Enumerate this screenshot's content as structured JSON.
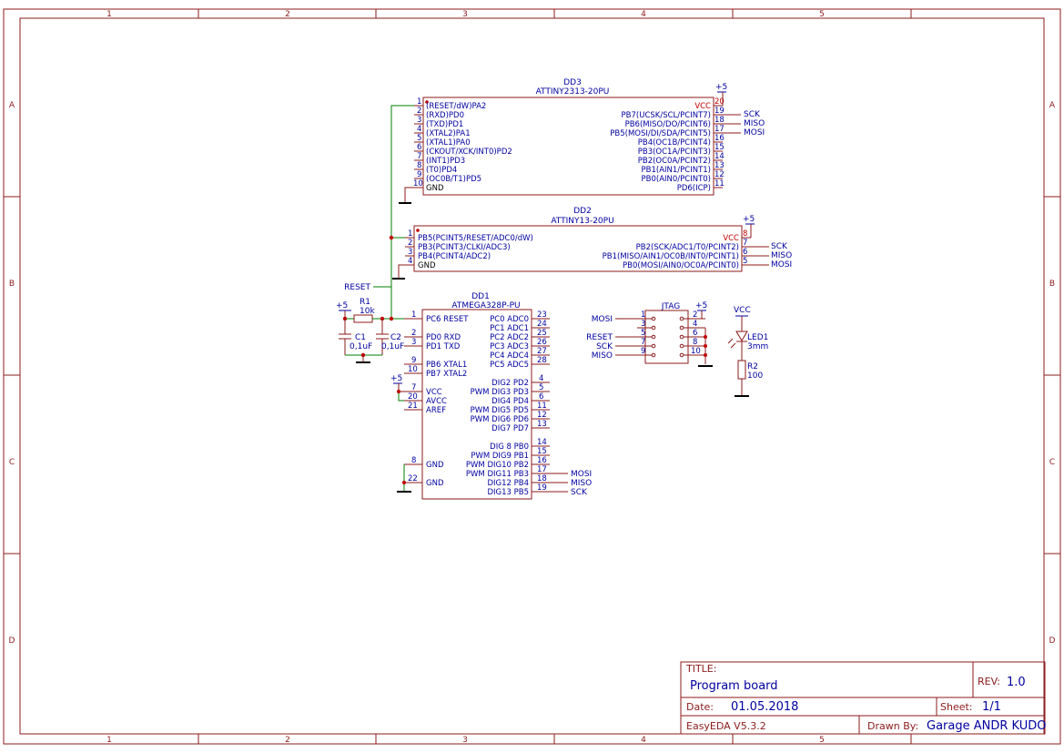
{
  "frame": {
    "columns": [
      "1",
      "2",
      "3",
      "4",
      "5"
    ],
    "rows": [
      "A",
      "B",
      "C",
      "D"
    ]
  },
  "title_block": {
    "title_label": "TITLE:",
    "title": "Program board",
    "rev_label": "REV:",
    "rev": "1.0",
    "date_label": "Date:",
    "date": "01.05.2018",
    "sheet_label": "Sheet:",
    "sheet": "1/1",
    "tool": "EasyEDA V5.3.2",
    "drawn_label": "Drawn By:",
    "drawn_by": "Garage ANDR KUDO"
  },
  "dd3": {
    "ref": "DD3",
    "part": "ATTINY2313-20PU",
    "left_pins": [
      {
        "n": "1",
        "name": "(RESET/dW)PA2"
      },
      {
        "n": "2",
        "name": "(RXD)PD0"
      },
      {
        "n": "3",
        "name": "(TXD)PD1"
      },
      {
        "n": "4",
        "name": "(XTAL2)PA1"
      },
      {
        "n": "5",
        "name": "(XTAL1)PA0"
      },
      {
        "n": "6",
        "name": "(CKOUT/XCK/INT0)PD2"
      },
      {
        "n": "7",
        "name": "(INT1)PD3"
      },
      {
        "n": "8",
        "name": "(T0)PD4"
      },
      {
        "n": "9",
        "name": "(OC0B/T1)PD5"
      },
      {
        "n": "10",
        "name": "GND"
      }
    ],
    "right_pins": [
      {
        "n": "20",
        "name": "VCC"
      },
      {
        "n": "19",
        "name": "PB7(UCSK/SCL/PCINT7)"
      },
      {
        "n": "18",
        "name": "PB6(MISO/DO/PCINT6)"
      },
      {
        "n": "17",
        "name": "PB5(MOSI/DI/SDA/PCINT5)"
      },
      {
        "n": "16",
        "name": "PB4(OC1B/PCINT4)"
      },
      {
        "n": "15",
        "name": "PB3(OC1A/PCINT3)"
      },
      {
        "n": "14",
        "name": "PB2(OC0A/PCINT2)"
      },
      {
        "n": "13",
        "name": "PB1(AIN1/PCINT1)"
      },
      {
        "n": "12",
        "name": "PB0(AIN0/PCINT0)"
      },
      {
        "n": "11",
        "name": "PD6(ICP)"
      }
    ],
    "power": "+5",
    "nets": [
      "SCK",
      "MISO",
      "MOSI"
    ]
  },
  "dd2": {
    "ref": "DD2",
    "part": "ATTINY13-20PU",
    "left_pins": [
      {
        "n": "1",
        "name": "PB5(PCINT5/RESET/ADC0/dW)"
      },
      {
        "n": "2",
        "name": "PB3(PCINT3/CLKI/ADC3)"
      },
      {
        "n": "3",
        "name": "PB4(PCINT4/ADC2)"
      },
      {
        "n": "4",
        "name": "GND"
      }
    ],
    "right_pins": [
      {
        "n": "8",
        "name": "VCC"
      },
      {
        "n": "7",
        "name": "PB2(SCK/ADC1/T0/PCINT2)"
      },
      {
        "n": "6",
        "name": "PB1(MISO/AIN1/OC0B/INT0/PCINT1)"
      },
      {
        "n": "5",
        "name": "PB0(MOSI/AIN0/OC0A/PCINT0)"
      }
    ],
    "power": "+5",
    "nets": [
      "SCK",
      "MISO",
      "MOSI"
    ]
  },
  "dd1": {
    "ref": "DD1",
    "part": "ATMEGA328P-PU",
    "left_pins": [
      {
        "n": "1",
        "name": "PC6 RESET"
      },
      {
        "n": "2",
        "name": "PD0 RXD"
      },
      {
        "n": "3",
        "name": "PD1 TXD"
      },
      {
        "n": "9",
        "name": "PB6 XTAL1"
      },
      {
        "n": "10",
        "name": "PB7 XTAL2"
      },
      {
        "n": "7",
        "name": "VCC"
      },
      {
        "n": "20",
        "name": "AVCC"
      },
      {
        "n": "21",
        "name": "AREF"
      },
      {
        "n": "8",
        "name": "GND"
      },
      {
        "n": "22",
        "name": "GND"
      }
    ],
    "right_pins": [
      {
        "n": "23",
        "name": "PC0 ADC0"
      },
      {
        "n": "24",
        "name": "PC1 ADC1"
      },
      {
        "n": "25",
        "name": "PC2 ADC2"
      },
      {
        "n": "26",
        "name": "PC3 ADC3"
      },
      {
        "n": "27",
        "name": "PC4 ADC4"
      },
      {
        "n": "28",
        "name": "PC5 ADC5"
      },
      {
        "n": "4",
        "name": "DIG2 PD2"
      },
      {
        "n": "5",
        "name": "PWM DIG3 PD3"
      },
      {
        "n": "6",
        "name": "DIG4 PD4"
      },
      {
        "n": "11",
        "name": "PWM DIG5 PD5"
      },
      {
        "n": "12",
        "name": "PWM DIG6 PD6"
      },
      {
        "n": "13",
        "name": "DIG7 PD7"
      },
      {
        "n": "14",
        "name": "DIG 8 PB0"
      },
      {
        "n": "15",
        "name": "PWM DIG9 PB1"
      },
      {
        "n": "16",
        "name": "PWM DIG10 PB2"
      },
      {
        "n": "17",
        "name": "PWM DIG11 PB3"
      },
      {
        "n": "18",
        "name": "DIG12 PB4"
      },
      {
        "n": "19",
        "name": "DIG13 PB5"
      }
    ],
    "power": "+5",
    "nets": [
      "MOSI",
      "MISO",
      "SCK"
    ]
  },
  "passives": {
    "r1_ref": "R1",
    "r1_val": "10k",
    "c1_ref": "C1",
    "c1_val": "0,1uF",
    "c2_ref": "C2",
    "c2_val": "0,1uF",
    "reset_net": "RESET",
    "power": "+5"
  },
  "jtag": {
    "ref": "JTAG",
    "power": "+5",
    "left": [
      {
        "n": "1",
        "net": "MOSI"
      },
      {
        "n": "3",
        "net": ""
      },
      {
        "n": "5",
        "net": "RESET"
      },
      {
        "n": "7",
        "net": "SCK"
      },
      {
        "n": "9",
        "net": "MISO"
      }
    ],
    "right": [
      "2",
      "4",
      "6",
      "8",
      "10"
    ]
  },
  "led": {
    "power": "VCC",
    "ref": "LED1",
    "val": "3mm",
    "r_ref": "R2",
    "r_val": "100"
  }
}
